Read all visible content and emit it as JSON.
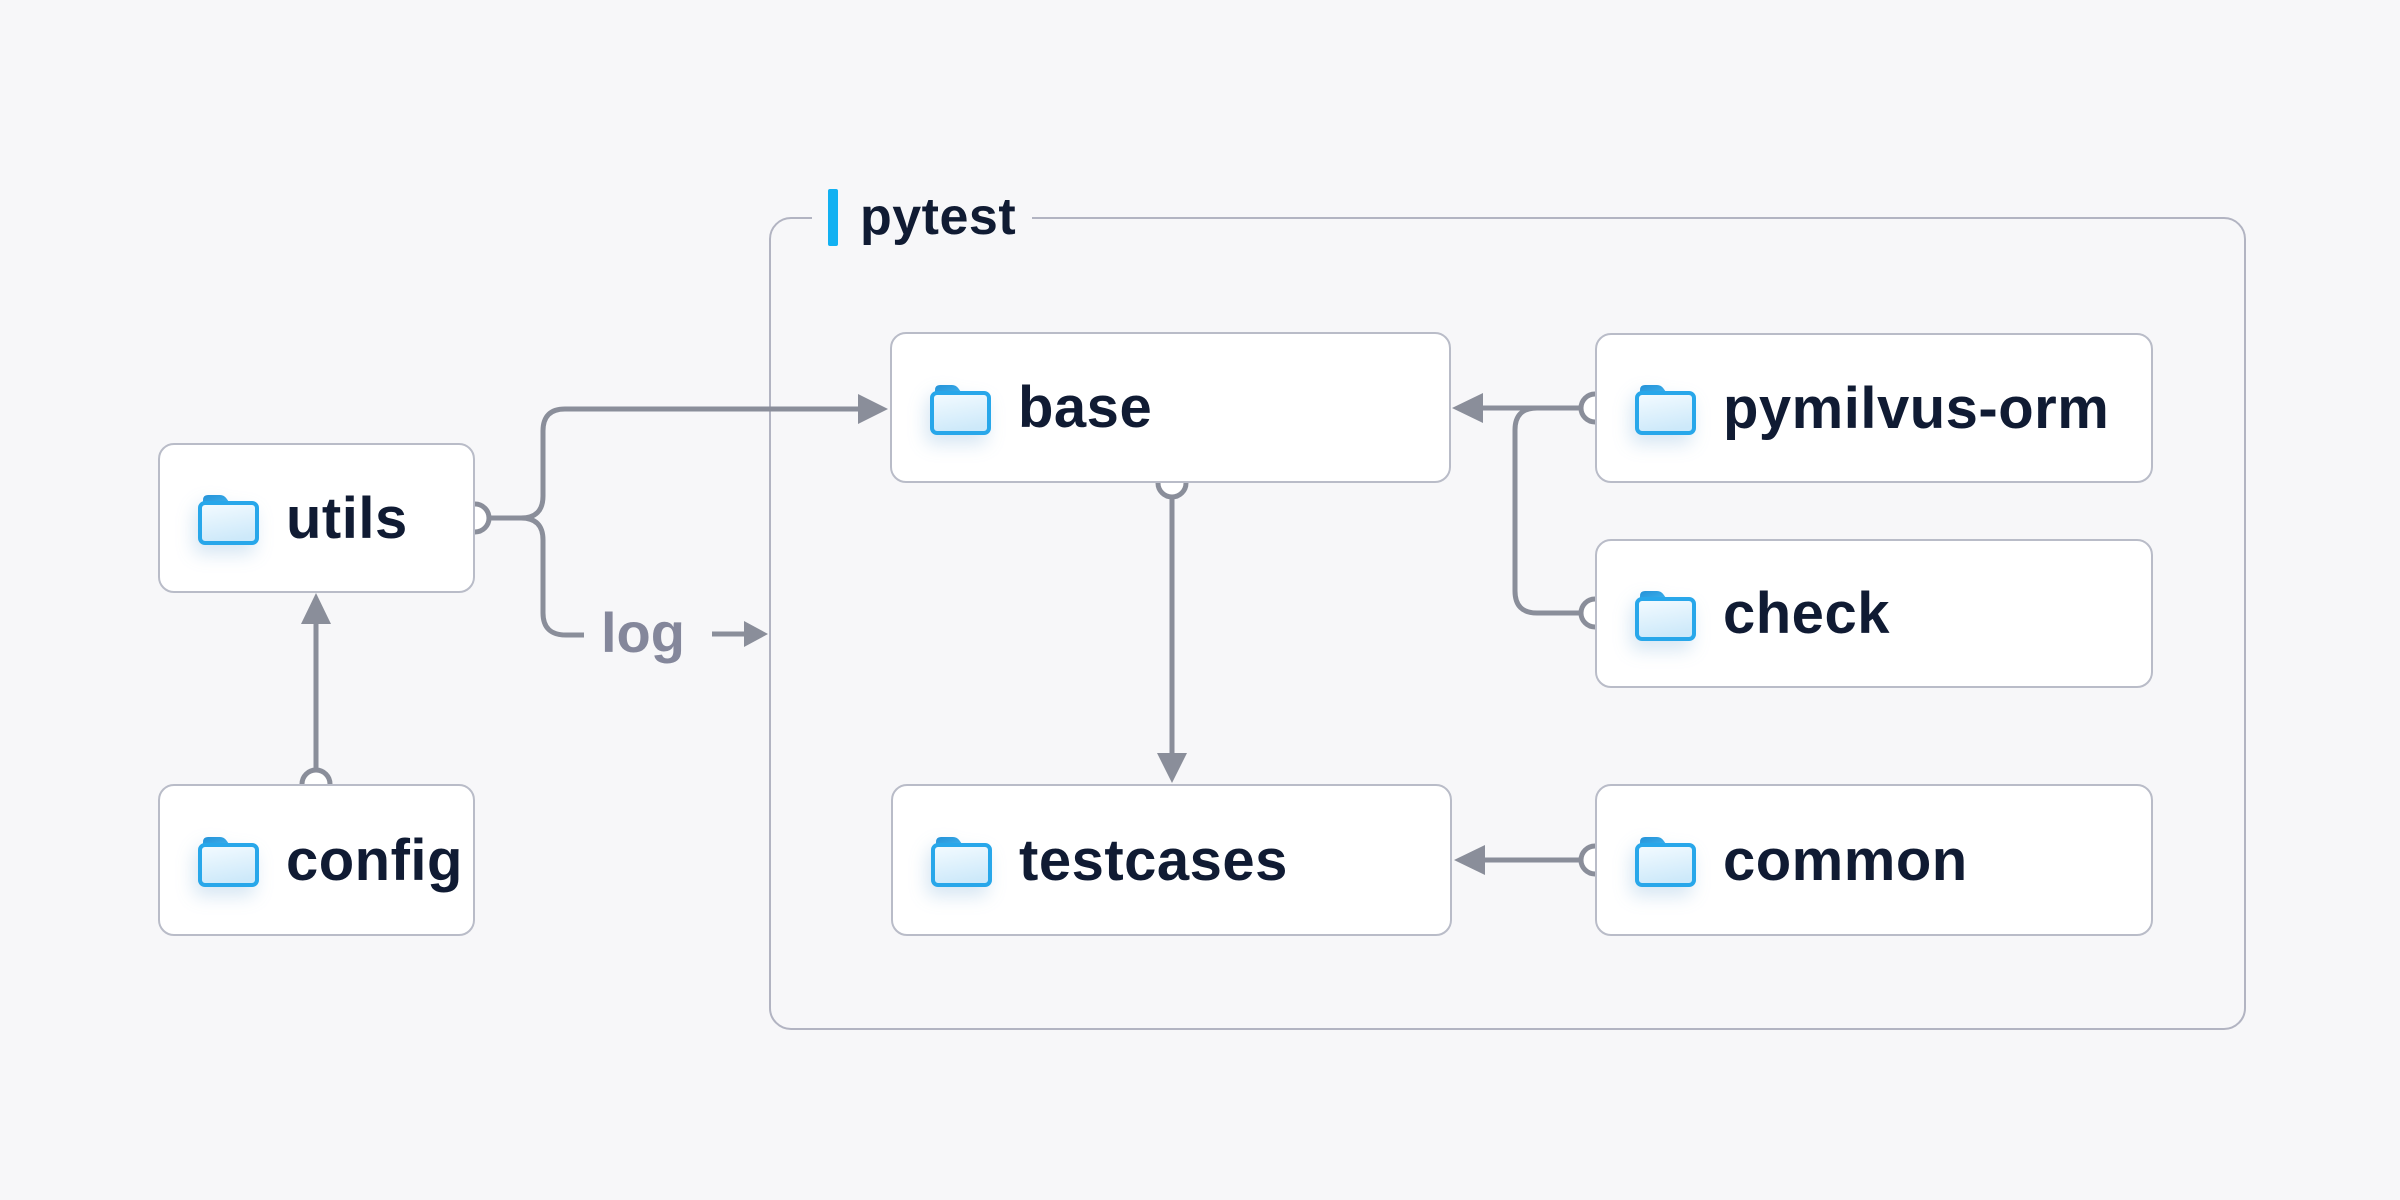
{
  "diagram": {
    "group": {
      "label": "pytest"
    },
    "nodes": {
      "utils": {
        "label": "utils",
        "icon": "folder-icon"
      },
      "config": {
        "label": "config",
        "icon": "folder-icon"
      },
      "base": {
        "label": "base",
        "icon": "folder-icon"
      },
      "pymilvus_orm": {
        "label": "pymilvus-orm",
        "icon": "folder-icon"
      },
      "check": {
        "label": "check",
        "icon": "folder-icon"
      },
      "testcases": {
        "label": "testcases",
        "icon": "folder-icon"
      },
      "common": {
        "label": "common",
        "icon": "folder-icon"
      }
    },
    "edges": [
      {
        "from": "config",
        "to": "utils",
        "marker": "arrow-into-utils"
      },
      {
        "from": "utils",
        "to": "base",
        "marker": "arrow-into-base"
      },
      {
        "from": "utils",
        "to": "pytest-group",
        "label": "log",
        "marker": "arrow-into-group"
      },
      {
        "from": "pymilvus_orm",
        "to": "base",
        "marker": "arrow-into-base"
      },
      {
        "from": "check",
        "to": "base",
        "marker": "merges-into-pymilvus-orm-edge"
      },
      {
        "from": "base",
        "to": "testcases",
        "marker": "arrow-into-testcases"
      },
      {
        "from": "common",
        "to": "testcases",
        "marker": "arrow-into-testcases"
      }
    ],
    "colors": {
      "background": "#f7f7f9",
      "node_bg": "#ffffff",
      "node_border": "#b9bcc8",
      "group_border": "#b2b4c2",
      "connector": "#8a8e9a",
      "accent_bar": "#12b1f2",
      "label_text": "#101b33",
      "edge_label_text": "#84879b",
      "folder_stroke": "#28a7ea",
      "folder_tab": "#2b9bdd",
      "folder_fill_top": "#f4fbff",
      "folder_fill_bottom": "#cde9fa"
    }
  }
}
